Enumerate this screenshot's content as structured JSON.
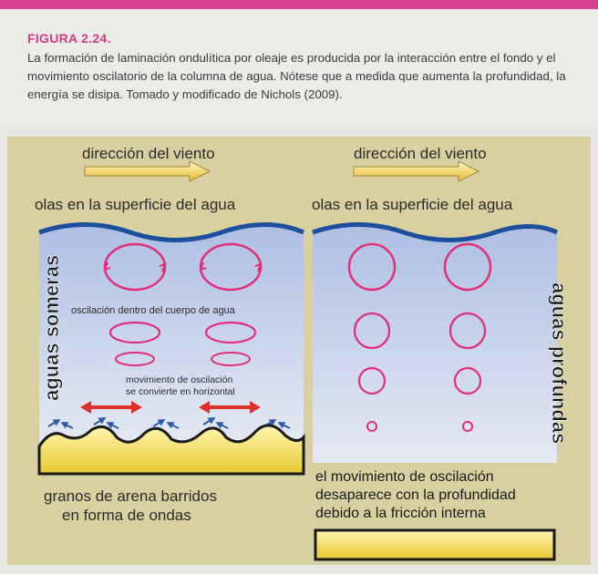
{
  "caption": {
    "figure_label": "FIGURA 2.24.",
    "text": "La formación de laminación ondulítica por oleaje es producida por la interacción entre el fondo y el movimiento oscilatorio de la columna de agua. Nótese que a medida que aumenta la profundidad, la energía se disipa. Tomado y modificado de Nichols (2009)."
  },
  "left_panel": {
    "wind_label": "dirección del  viento",
    "surface_label": "olas en la superficie del agua",
    "side_label": "aguas someras",
    "oscillation_label": "oscilación dentro del cuerpo de agua",
    "horizontal_label_1": "movimiento de oscilación",
    "horizontal_label_2": "se convierte en horizontal",
    "bottom_label_1": "granos de arena barridos",
    "bottom_label_2": "en forma de ondas"
  },
  "right_panel": {
    "wind_label": "dirección del  viento",
    "surface_label": "olas en la superficie del agua",
    "side_label": "aguas profundas",
    "bottom_label_1": "el movimiento de oscilación",
    "bottom_label_2": "desaparece  con la profundidad",
    "bottom_label_3": "debido a la fricción  interna"
  },
  "colors": {
    "accent": "#d6408c",
    "water_top": "#b8c7e6",
    "water_bottom": "#dfe4f0",
    "wave_line": "#1d4f9c",
    "orbit": "#e0307a",
    "horizontal_arrow": "#e0302a",
    "sand": "#f0d84a",
    "background": "#d8d0a0"
  },
  "icons": [
    "wind-arrow-icon",
    "orbit-circle-icon",
    "horizontal-arrow-icon"
  ]
}
